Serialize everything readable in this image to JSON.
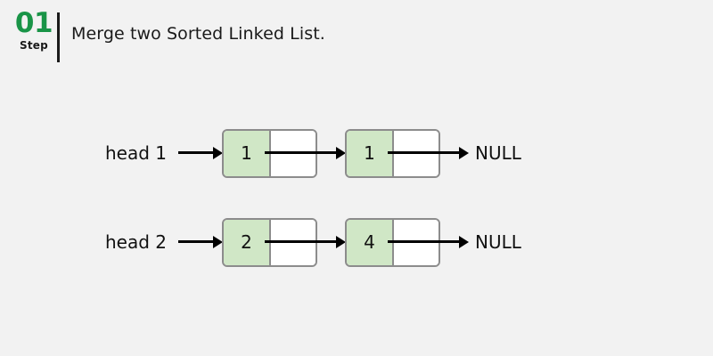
{
  "header": {
    "step_number": "01",
    "step_word": "Step",
    "title": "Merge two Sorted Linked List."
  },
  "colors": {
    "background": "#f2f2f2",
    "accent_green": "#199447",
    "node_fill": "#d0e7c6",
    "node_border": "#8c8c8c",
    "arrow": "#000000",
    "text": "#111111"
  },
  "diagram": {
    "type": "linked-list",
    "terminator_label": "NULL",
    "lists": [
      {
        "head_label": "head 1",
        "nodes": [
          {
            "value": "1"
          },
          {
            "value": "1"
          }
        ],
        "terminator": "NULL"
      },
      {
        "head_label": "head 2",
        "nodes": [
          {
            "value": "2"
          },
          {
            "value": "4"
          }
        ],
        "terminator": "NULL"
      }
    ]
  }
}
